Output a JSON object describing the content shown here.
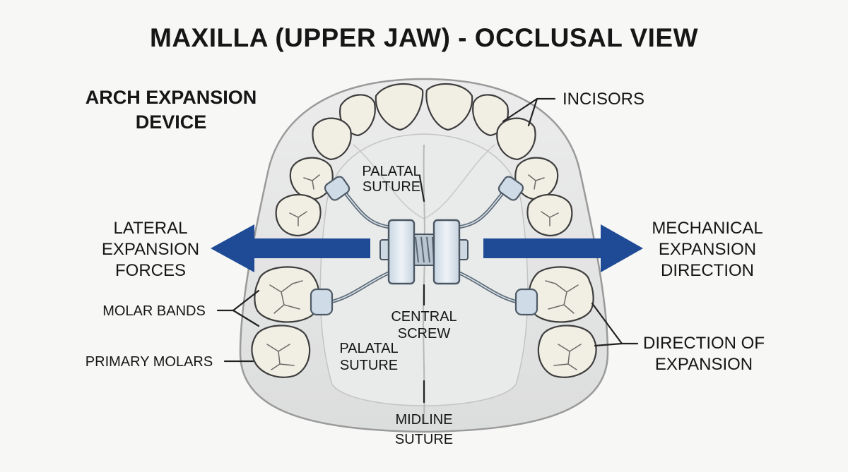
{
  "title": "MAXILLA (UPPER JAW) - OCCLUSAL VIEW",
  "labels": {
    "device_line1": "ARCH EXPANSION",
    "device_line2": "DEVICE",
    "incisors": "INCISORS",
    "palatal_suture_top_line1": "PALATAL",
    "palatal_suture_top_line2": "SUTURE",
    "lateral_line1": "LATERAL",
    "lateral_line2": "EXPANSION",
    "lateral_line3": "FORCES",
    "mechanical_line1": "MECHANICAL",
    "mechanical_line2": "EXPANSION",
    "mechanical_line3": "DIRECTION",
    "molar_bands": "MOLAR BANDS",
    "central_screw_line1": "CENTRAL",
    "central_screw_line2": "SCREW",
    "palatal_suture_low_line1": "PALATAL",
    "palatal_suture_low_line2": "SUTURE",
    "primary_molars": "PRIMARY MOLARS",
    "direction_line1": "DIRECTION OF",
    "direction_line2": "EXPANSION",
    "midline_line1": "MIDLINE",
    "midline_line2": "SUTURE"
  },
  "colors": {
    "arrow": "#1f4b96",
    "palate": "#e4e5e5",
    "tooth": "#f1efe4",
    "appliance": "#dbe5ee"
  }
}
